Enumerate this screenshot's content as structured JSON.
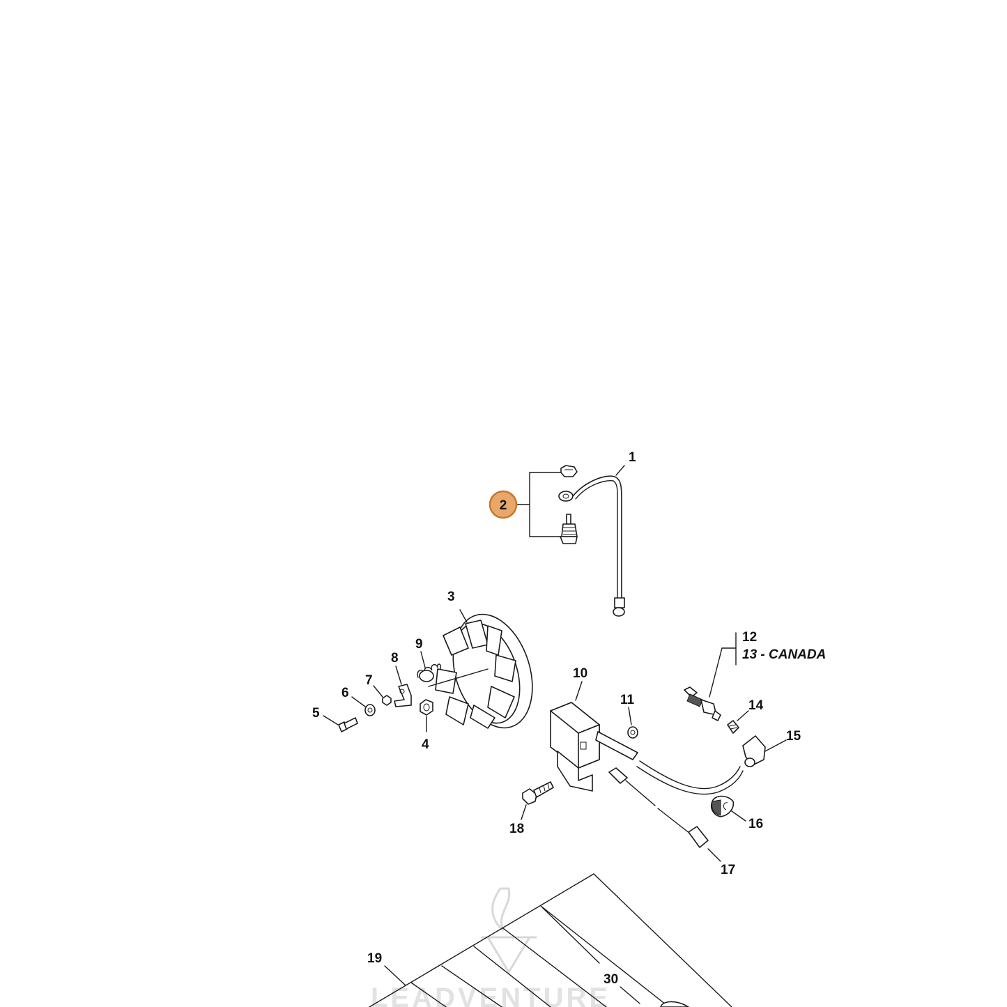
{
  "diagram": {
    "highlight_color": "#e8a86a",
    "highlight_border": "#c8782e",
    "labels": {
      "p1": "1",
      "p2": "2",
      "p3": "3",
      "p4": "4",
      "p5": "5",
      "p6": "6",
      "p7": "7",
      "p8": "8",
      "p9": "9",
      "p10": "10",
      "p11": "11",
      "p12": "12",
      "p13": "13 - CANADA",
      "p14": "14",
      "p15": "15",
      "p16": "16",
      "p17": "17",
      "p18": "18",
      "p19": "19",
      "p30": "30"
    },
    "watermark": "LEADVENTURE"
  }
}
